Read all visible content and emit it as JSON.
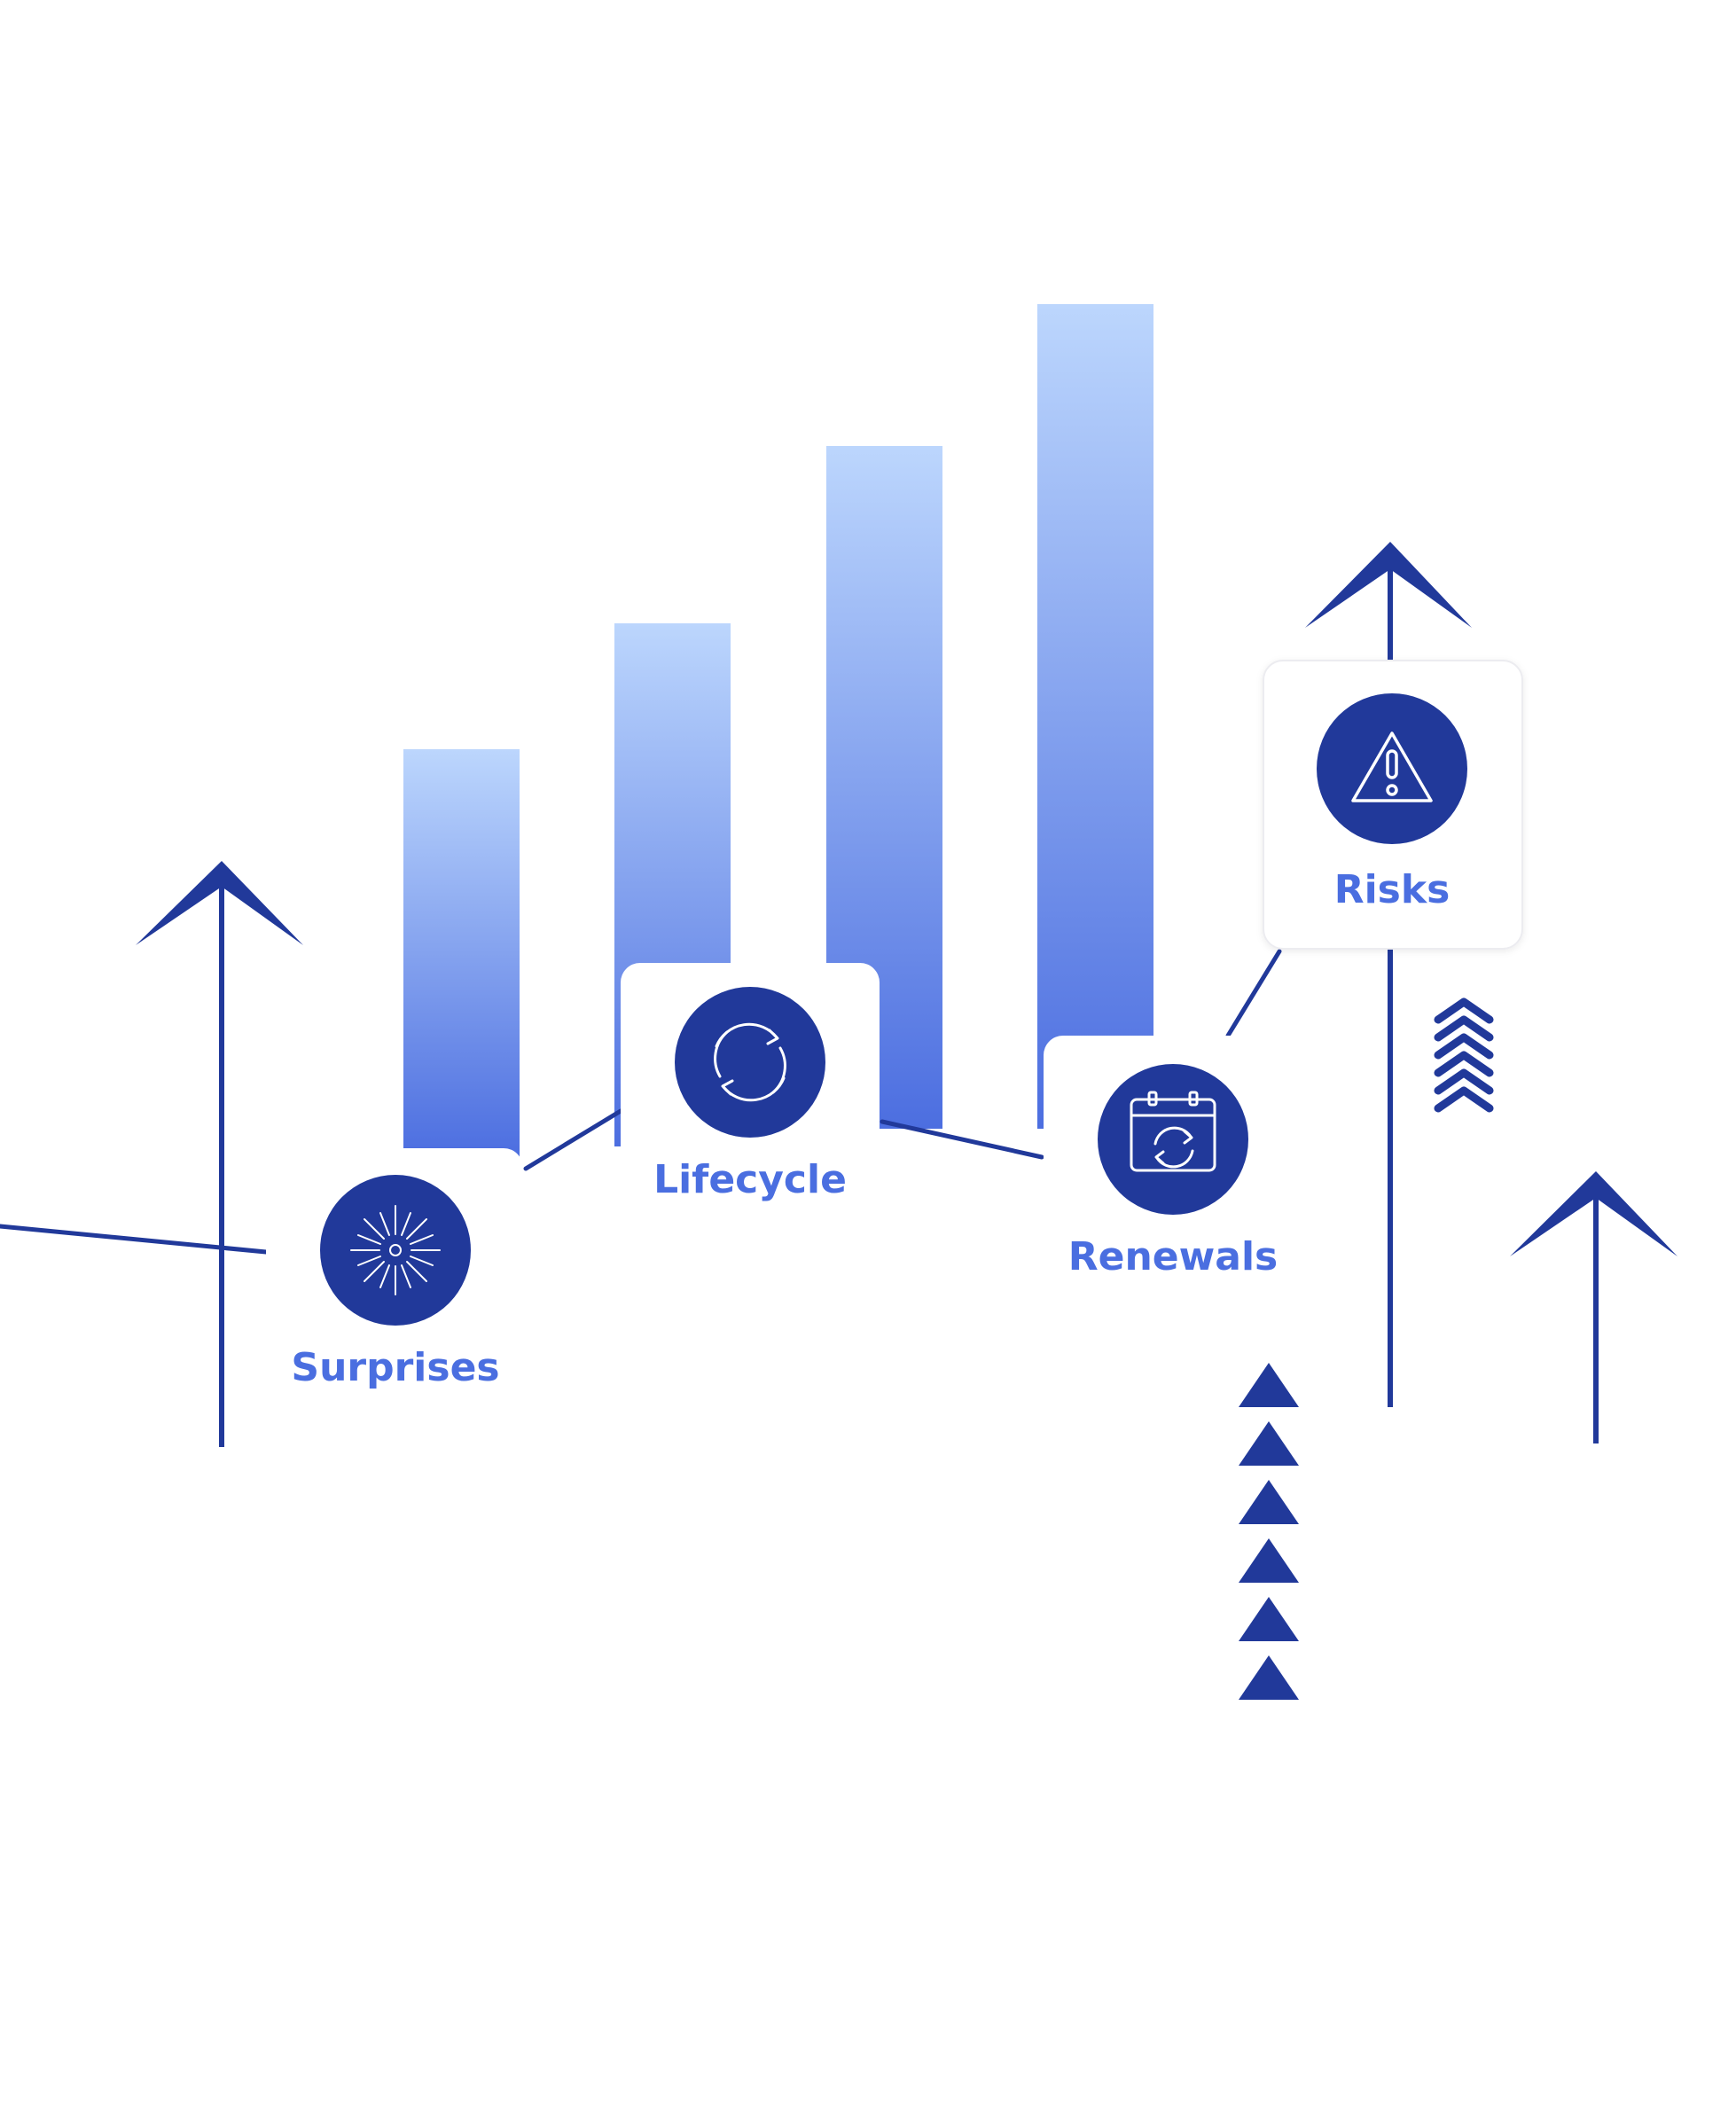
{
  "colors": {
    "navy": "#21399a",
    "accent_text": "#4a6ee0",
    "bar_top": "#bcd6fd",
    "bar_bottom": "#4c6ee0",
    "card_bg": "#ffffff"
  },
  "cards": [
    {
      "label": "Surprises",
      "icon": "sparkle-burst-icon"
    },
    {
      "label": "Lifecycle",
      "icon": "refresh-cycle-icon"
    },
    {
      "label": "Renewals",
      "icon": "calendar-refresh-icon"
    },
    {
      "label": "Risks",
      "icon": "warning-triangle-icon"
    }
  ],
  "bars": [
    {
      "relative_height": 0.47
    },
    {
      "relative_height": 0.61
    },
    {
      "relative_height": 0.8
    },
    {
      "relative_height": 1.0
    }
  ]
}
